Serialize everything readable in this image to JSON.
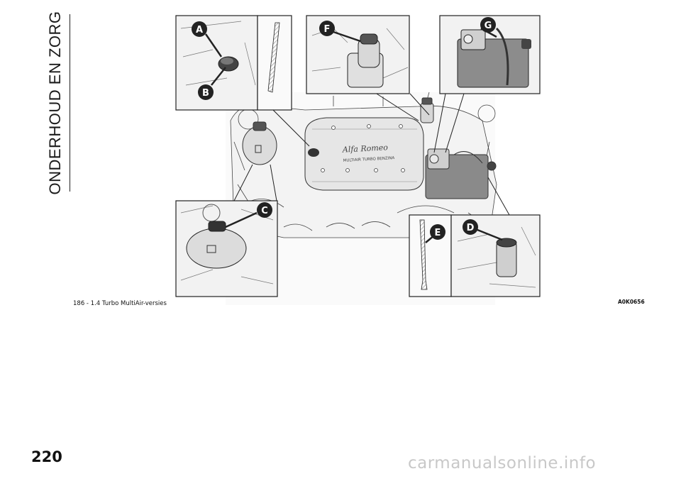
{
  "section_title": "ONDERHOUD EN ZORG",
  "page_number": "220",
  "figure": {
    "caption": "186 - 1.4 Turbo MultiAir-versies",
    "code": "A0K0656",
    "engine_cover_text_1": "Alfa Romeo",
    "engine_cover_text_2": "MULTIAIR TURBO BENZINA",
    "callouts": [
      "A",
      "B",
      "C",
      "D",
      "E",
      "F",
      "G"
    ]
  },
  "watermark": "carmanualsonline.info"
}
